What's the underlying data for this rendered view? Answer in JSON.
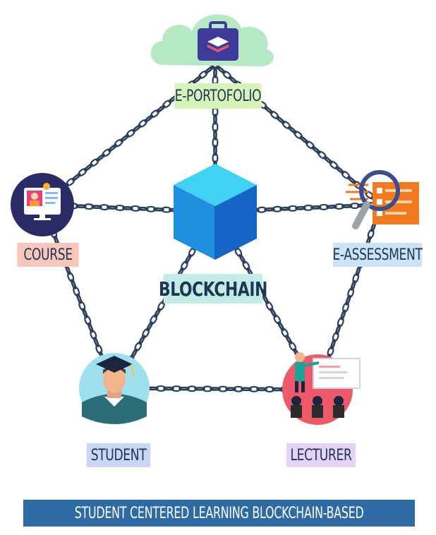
{
  "nodes": {
    "eportfolio": {
      "label": "E-PORTOFOLIO",
      "icon": "briefcase-cloud-icon"
    },
    "course": {
      "label": "COURSE",
      "icon": "online-course-monitor-icon"
    },
    "blockchain": {
      "label": "BLOCKCHAIN",
      "icon": "cube-icon"
    },
    "eassessment": {
      "label": "E-ASSESSMENT",
      "icon": "checklist-magnifier-icon"
    },
    "student": {
      "label": "STUDENT",
      "icon": "graduate-avatar-icon"
    },
    "lecturer": {
      "label": "LECTURER",
      "icon": "presenter-icon"
    }
  },
  "banner": {
    "text": "STUDENT CENTERED LEARNING BLOCKCHAIN-BASED"
  },
  "colors": {
    "chain": "#2b3f5c",
    "cloud": "#b5e9c4",
    "course_circle": "#2a2a66",
    "cube_light": "#3fd2f5",
    "cube_dark": "#1565c9",
    "student_circle": "#9fe0ef",
    "lecturer_circle": "#ee5a6a",
    "assessment_orange": "#f47a1f",
    "banner": "#2e6aa3"
  }
}
